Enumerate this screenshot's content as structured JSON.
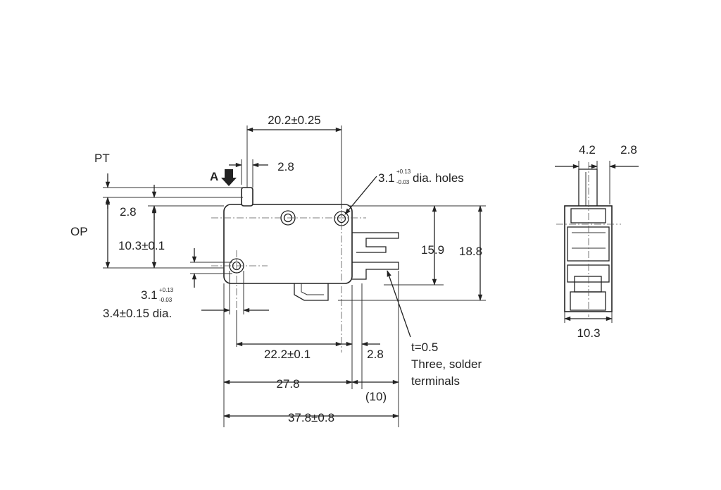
{
  "front_view": {
    "labels": {
      "pt": "PT",
      "op": "OP",
      "a_marker": "A",
      "width_top": "20.2±0.25",
      "actuator_offset": "2.8",
      "op_offset": "2.8",
      "op_height": "10.3±0.1",
      "hole_top_main": "3.1",
      "hole_top_sup_plus": "+0.13",
      "hole_top_sup_minus": "-0.03",
      "hole_top_suffix": " dia. holes",
      "hole_left_main": "3.1",
      "hole_left_sup_plus": "+0.13",
      "hole_left_sup_minus": "-0.03",
      "hole_dia": "3.4±0.15 dia.",
      "terminal_spacing": "15.9",
      "body_height": "18.8",
      "hole_pitch": "22.2±0.1",
      "terminal_offset": "2.8",
      "body_length": "27.8",
      "terminal_length": "(10)",
      "overall_length": "37.8±0.8",
      "terminal_note_1": "t=0.5",
      "terminal_note_2": "Three, solder",
      "terminal_note_3": "terminals"
    }
  },
  "side_view": {
    "labels": {
      "width_a": "4.2",
      "width_b": "2.8",
      "overall_width": "10.3"
    }
  }
}
